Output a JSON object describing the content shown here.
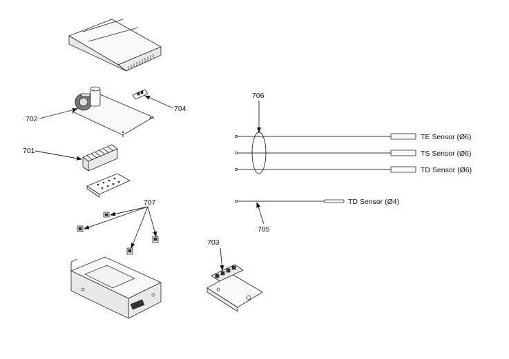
{
  "labels": {
    "p701": "701",
    "p702": "702",
    "p703": "703",
    "p704": "704",
    "p705": "705",
    "p706": "706",
    "p707": "707"
  },
  "sensors": {
    "te": "TE Sensor (Ø6)",
    "ts": "TS Sensor (Ø6)",
    "td6": "TD Sensor (Ø6)",
    "td4": "TD Sensor (Ø4)"
  }
}
